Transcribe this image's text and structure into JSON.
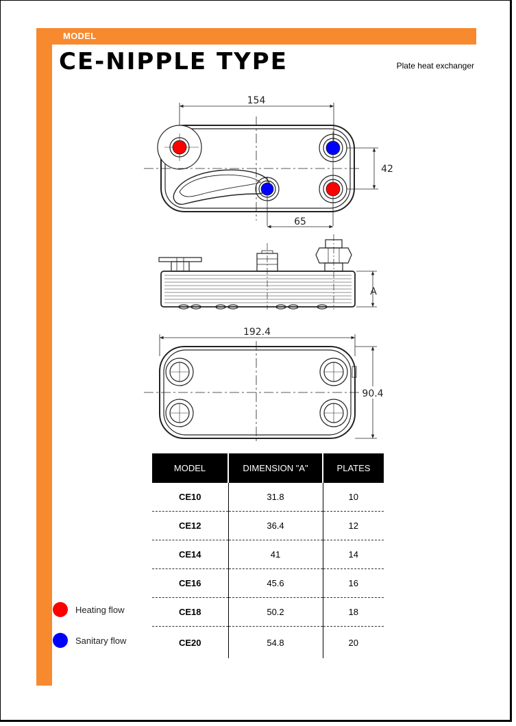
{
  "header": {
    "section_label": "MODEL",
    "title": "CE-NIPPLE TYPE",
    "subtitle": "Plate heat exchanger"
  },
  "drawing": {
    "dims": {
      "top_width": "154",
      "port_spacing": "42",
      "port_offset": "65",
      "side_height": "A",
      "bottom_width": "192.4",
      "bottom_height": "90.4"
    },
    "colors": {
      "heating": "#ff0000",
      "sanitary": "#0000ff",
      "accent": "#f7892e"
    }
  },
  "table": {
    "headers": [
      "MODEL",
      "DIMENSION \"A\"",
      "PLATES"
    ],
    "rows": [
      {
        "model": "CE10",
        "dimension": "31.8",
        "plates": "10"
      },
      {
        "model": "CE12",
        "dimension": "36.4",
        "plates": "12"
      },
      {
        "model": "CE14",
        "dimension": "41",
        "plates": "14"
      },
      {
        "model": "CE16",
        "dimension": "45.6",
        "plates": "16"
      },
      {
        "model": "CE18",
        "dimension": "50.2",
        "plates": "18"
      },
      {
        "model": "CE20",
        "dimension": "54.8",
        "plates": "20"
      }
    ]
  },
  "legend": {
    "heating": {
      "label": "Heating flow",
      "color": "#ff0000"
    },
    "sanitary": {
      "label": "Sanitary flow",
      "color": "#0000ff"
    }
  }
}
